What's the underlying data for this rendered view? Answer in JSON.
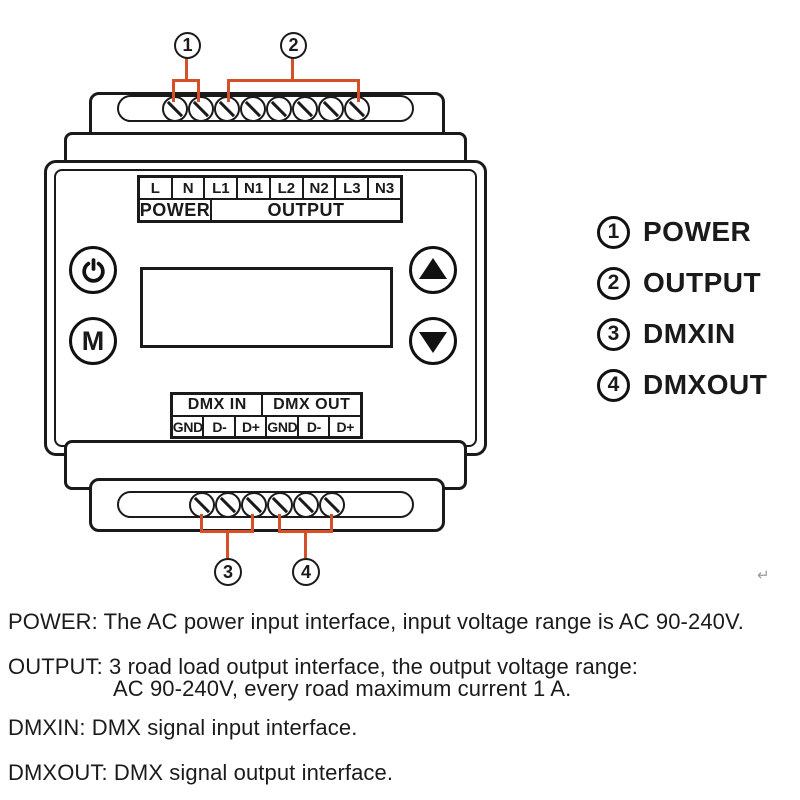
{
  "accent_color": "#d54f28",
  "device": {
    "top_screw_count": 8,
    "bottom_screw_count": 6,
    "terminal_labels": [
      "L",
      "N",
      "L1",
      "N1",
      "L2",
      "N2",
      "L3",
      "N3"
    ],
    "power_section_label": "POWER",
    "output_section_label": "OUTPUT",
    "mode_button_label": "M",
    "dmx_in_label": "DMX IN",
    "dmx_out_label": "DMX OUT",
    "dmx_terminal_labels": [
      "GND",
      "D-",
      "D+",
      "GND",
      "D-",
      "D+"
    ]
  },
  "callouts": [
    {
      "number": "1"
    },
    {
      "number": "2"
    },
    {
      "number": "3"
    },
    {
      "number": "4"
    }
  ],
  "legend": {
    "items": [
      {
        "number": "1",
        "label": "POWER"
      },
      {
        "number": "2",
        "label": "OUTPUT"
      },
      {
        "number": "3",
        "label": "DMXIN"
      },
      {
        "number": "4",
        "label": "DMXOUT"
      }
    ]
  },
  "descriptions": {
    "power_line": "POWER: The AC power input interface, input voltage range is AC 90-240V.",
    "output_line1": "OUTPUT: 3 road load output interface, the output voltage range:",
    "output_line2": "AC 90-240V, every road maximum current 1 A.",
    "dmxin_line": "DMXIN: DMX signal input interface.",
    "dmxout_line": "DMXOUT: DMX signal output interface."
  },
  "misc": {
    "return_mark": "↵"
  }
}
